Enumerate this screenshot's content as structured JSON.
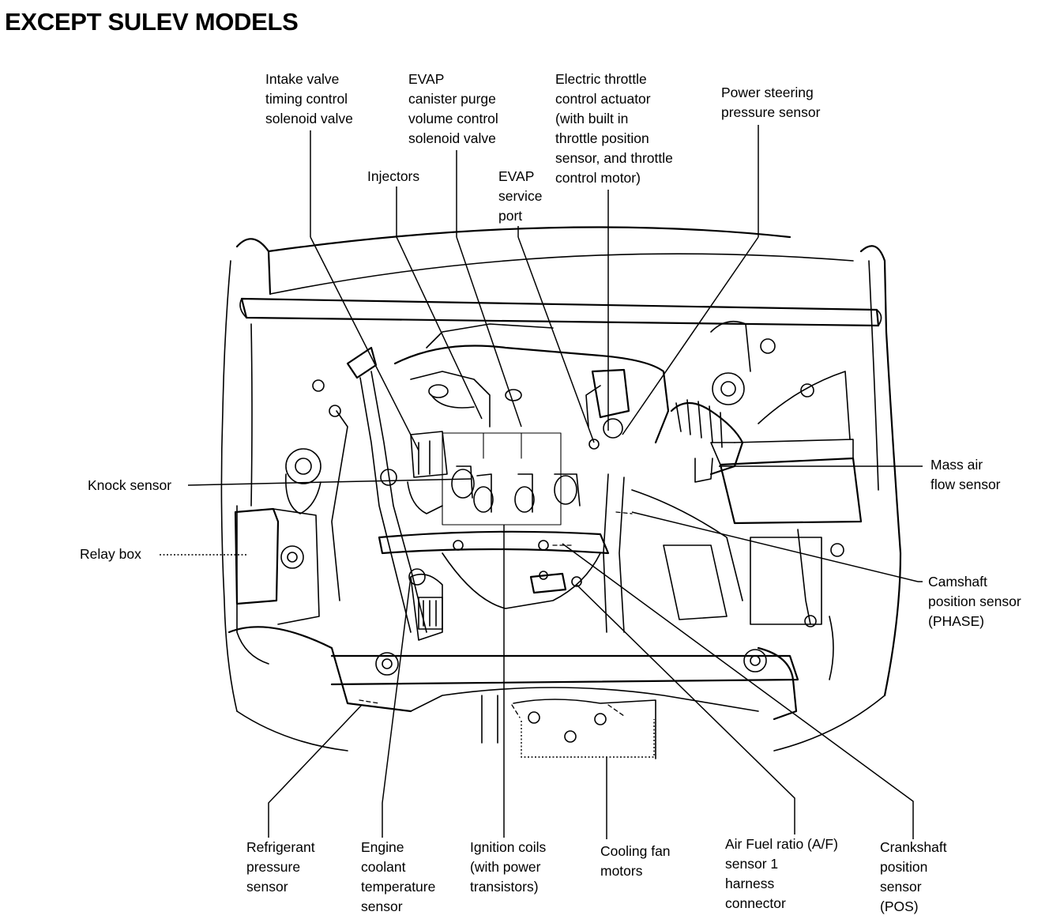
{
  "title": "EXCEPT SULEV MODELS",
  "labels": {
    "intake_valve": [
      "Intake valve",
      "timing control",
      "solenoid valve"
    ],
    "evap_purge": [
      "EVAP",
      "canister purge",
      "volume control",
      "solenoid valve"
    ],
    "throttle": [
      "Electric throttle",
      "control actuator",
      "(with built in",
      "throttle position",
      "sensor, and throttle",
      "control motor)"
    ],
    "power_steering": [
      "Power steering",
      "pressure sensor"
    ],
    "injectors": [
      "Injectors"
    ],
    "evap_port": [
      "EVAP",
      "service",
      "port"
    ],
    "knock": [
      "Knock sensor"
    ],
    "relay": [
      "Relay box"
    ],
    "maf": [
      "Mass air",
      "flow sensor"
    ],
    "camshaft": [
      "Camshaft",
      "position sensor",
      "(PHASE)"
    ],
    "refrigerant": [
      "Refrigerant",
      "pressure",
      "sensor"
    ],
    "coolant": [
      "Engine",
      "coolant",
      "temperature",
      "sensor"
    ],
    "ignition": [
      "Ignition coils",
      "(with power",
      "transistors)"
    ],
    "cooling_fan": [
      "Cooling fan",
      "motors"
    ],
    "af_sensor": [
      "Air Fuel ratio (A/F)",
      "sensor 1",
      "harness",
      "connector"
    ],
    "crankshaft": [
      "Crankshaft",
      "position",
      "sensor",
      "(POS)"
    ]
  }
}
